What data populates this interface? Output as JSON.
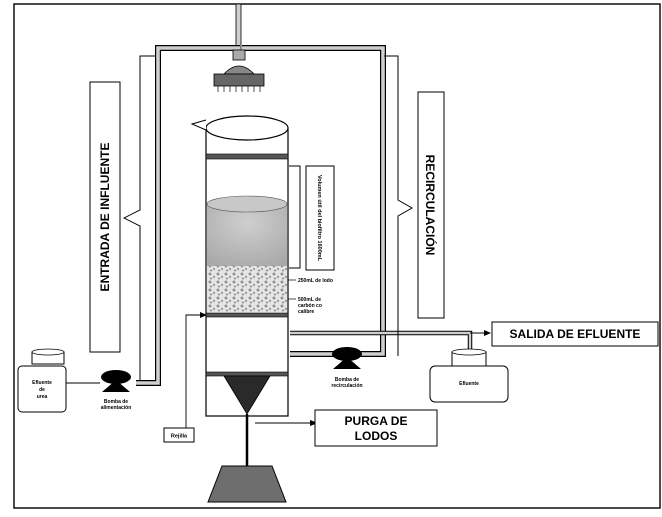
{
  "labels": {
    "entrada_influente": "ENTRADA DE INFLUENTE",
    "recirculacion": "RECIRCULACIÓN",
    "volumen_util": "Volumen útil del biofiltro 1600mL",
    "salida_efluente": "SALIDA DE EFLUENTE",
    "purga_line1": "PURGA DE",
    "purga_line2": "LODOS",
    "rejilla": "Rejilla",
    "bomba_alim_line1": "Bomba de",
    "bomba_alim_line2": "alimentación",
    "bomba_recirc_line1": "Bomba de",
    "bomba_recirc_line2": "recirculación",
    "efluente_urea_line1": "Efluente",
    "efluente_urea_line2": "de",
    "efluente_urea_line3": "urea",
    "efluente": "Efluente",
    "lodo": "250mL de lodo",
    "carbon_line1": "500mL de",
    "carbon_line2": "carbón co",
    "carbon_line3": "calibre"
  },
  "colors": {
    "line": "#000000",
    "pipe_fill": "#cfcfcf",
    "liquid": "#bcbcbc",
    "gravel": "#d9d9d9",
    "tank_fill": "#ffffff",
    "base": "#6e6e6e",
    "cone": "#2a2a2a"
  }
}
